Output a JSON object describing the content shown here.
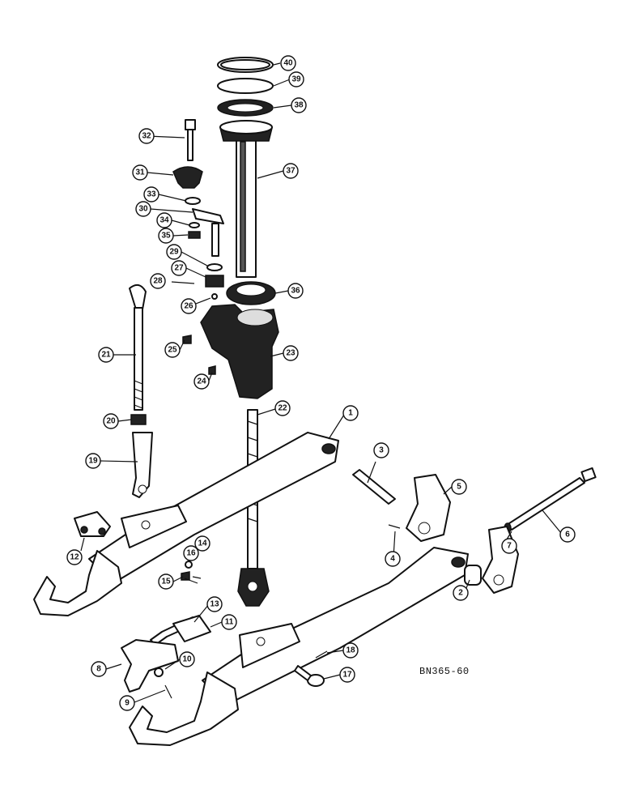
{
  "drawing_code": "BN365-60",
  "part_callouts": [
    "1",
    "2",
    "3",
    "4",
    "5",
    "6",
    "7",
    "8",
    "9",
    "10",
    "11",
    "12",
    "13",
    "14",
    "15",
    "16",
    "17",
    "18",
    "19",
    "20",
    "21",
    "22",
    "23",
    "24",
    "25",
    "26",
    "27",
    "28",
    "29",
    "30",
    "31",
    "32",
    "33",
    "34",
    "35",
    "36",
    "37",
    "38",
    "39",
    "40"
  ]
}
